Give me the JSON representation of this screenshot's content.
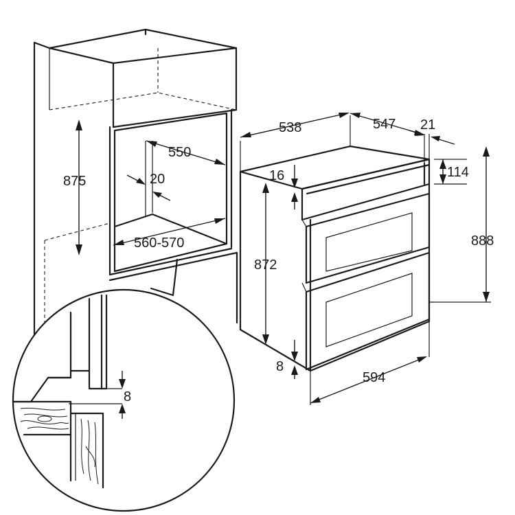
{
  "dimensions": {
    "niche_height": "875",
    "niche_depth": "550",
    "niche_gap": "20",
    "niche_width": "560-570",
    "detail_gap": "8",
    "oven_depth": "538",
    "oven_body_depth": "547",
    "front_depth": "21",
    "top_offset": "16",
    "panel_height": "114",
    "body_height": "872",
    "total_height": "888",
    "bottom_offset": "8",
    "oven_width": "594"
  },
  "warning_icon": "warning-triangle-icon",
  "colors": {
    "line": "#1a1a1a",
    "background": "#ffffff"
  }
}
